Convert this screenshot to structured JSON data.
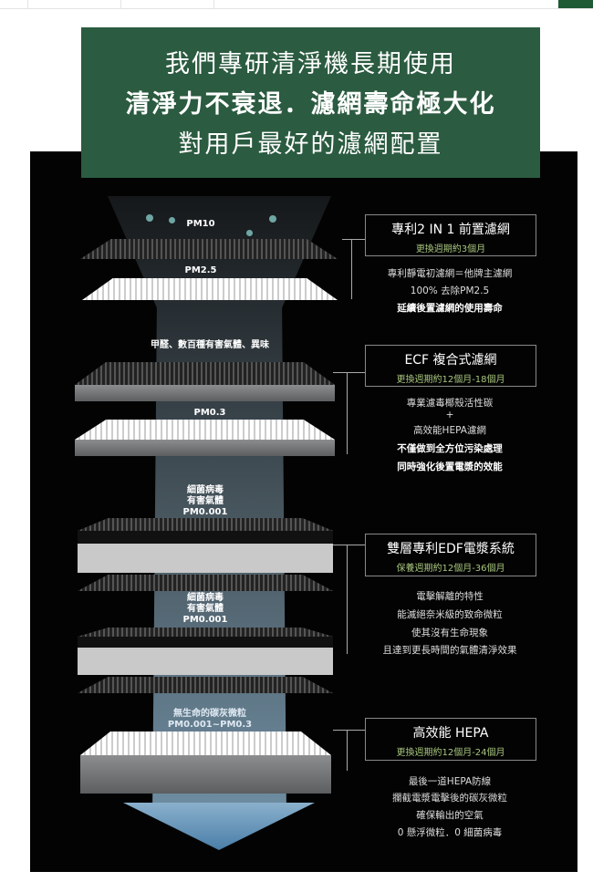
{
  "banner": {
    "line1": "我們專研清淨機長期使用",
    "line2": "清淨力不衰退．濾網壽命極大化",
    "line3": "對用戶最好的濾網配置"
  },
  "filter_labels": {
    "pm10": "PM10",
    "pm25": "PM2.5",
    "gas": "甲醛、數百種有害氣體、異味",
    "pm03": "PM0.3",
    "virus1": [
      "細菌病毒",
      "有害氣體",
      "PM0.001"
    ],
    "virus2": [
      "細菌病毒",
      "有害氣體",
      "PM0.001"
    ],
    "carbon": [
      "無生命的碳灰微粒",
      "PM0.001~PM0.3"
    ]
  },
  "sections": [
    {
      "title": "專利2 IN 1 前置濾網",
      "subtitle": "更換週期約3個月",
      "lines": [
        "專利靜電初濾網＝他牌主濾網",
        "100% 去除PM2.5"
      ],
      "bold_lines": [
        "延續後置濾網的使用壽命"
      ]
    },
    {
      "title": "ECF 複合式濾網",
      "subtitle": "更換週期約12個月-18個月",
      "lines": [
        "專業濾毒椰殼活性碳",
        "+",
        "高效能HEPA濾網"
      ],
      "bold_lines": [
        "不僅做到全方位污染處理",
        "同時強化後置電漿的效能"
      ]
    },
    {
      "title": "雙層專利EDF電漿系統",
      "subtitle": "保養週期約12個月-36個月",
      "lines": [
        "電擊解離的特性",
        "能滅絕奈米級的致命微粒",
        "使其沒有生命現象",
        "且達到更長時間的氣體清淨效果"
      ],
      "bold_lines": []
    },
    {
      "title": "高效能 HEPA",
      "subtitle": "更換週期約12個月-24個月",
      "lines": [
        "最後一道HEPA防線",
        "攔截電漿電擊後的碳灰微粒",
        "確保輸出的空氣",
        "0 懸浮微粒．0 細菌病毒"
      ],
      "bold_lines": []
    }
  ]
}
